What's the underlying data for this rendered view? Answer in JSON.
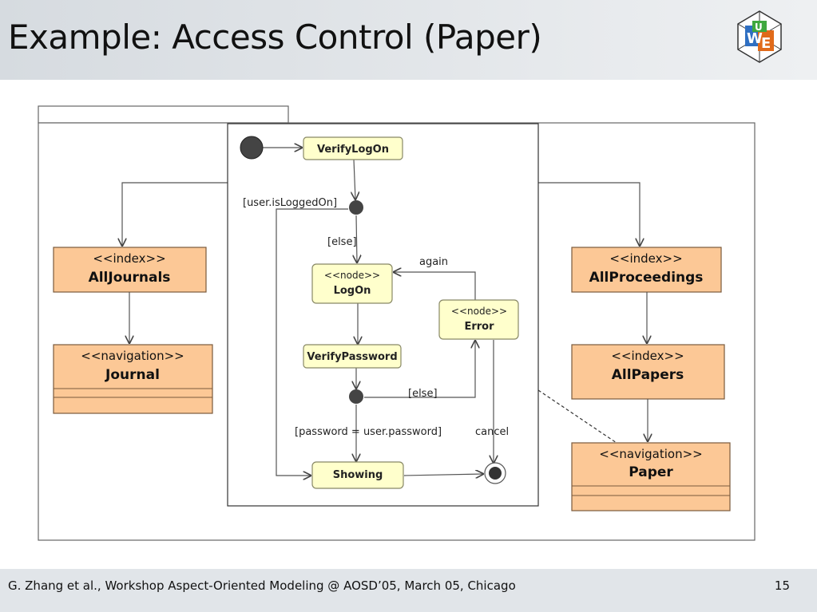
{
  "slide": {
    "title": "Example: Access Control (Paper)",
    "footer": "G. Zhang et al., Workshop Aspect-Oriented Modeling @ AOSD’05, March 05, Chicago",
    "page_number": "15",
    "logo_icon": "uwe-logo-icon"
  },
  "classes": {
    "alljournals": {
      "stereotype": "<<index>>",
      "name": "AllJournals"
    },
    "journal": {
      "stereotype": "<<navigation>>",
      "name": "Journal"
    },
    "allproceedings": {
      "stereotype": "<<index>>",
      "name": "AllProceedings"
    },
    "allpapers": {
      "stereotype": "<<index>>",
      "name": "AllPapers"
    },
    "paper": {
      "stereotype": "<<navigation>>",
      "name": "Paper"
    }
  },
  "activity": {
    "verify_logon": "VerifyLogOn",
    "logon": {
      "stereotype": "<<node>>",
      "name": "LogOn"
    },
    "error": {
      "stereotype": "<<node>>",
      "name": "Error"
    },
    "verify_password": "VerifyPassword",
    "showing": "Showing",
    "guards": {
      "logged_on": "[user.isLoggedOn]",
      "else1": "[else]",
      "else2": "[else]",
      "password_ok": "[password = user.password]",
      "again": "again",
      "cancel": "cancel"
    }
  },
  "colors": {
    "class_fill": "#fcc896",
    "class_stroke": "#7a5a3c",
    "action_fill": "#ffffcc",
    "action_stroke": "#888866",
    "header_bg": "#dfe3e7"
  }
}
